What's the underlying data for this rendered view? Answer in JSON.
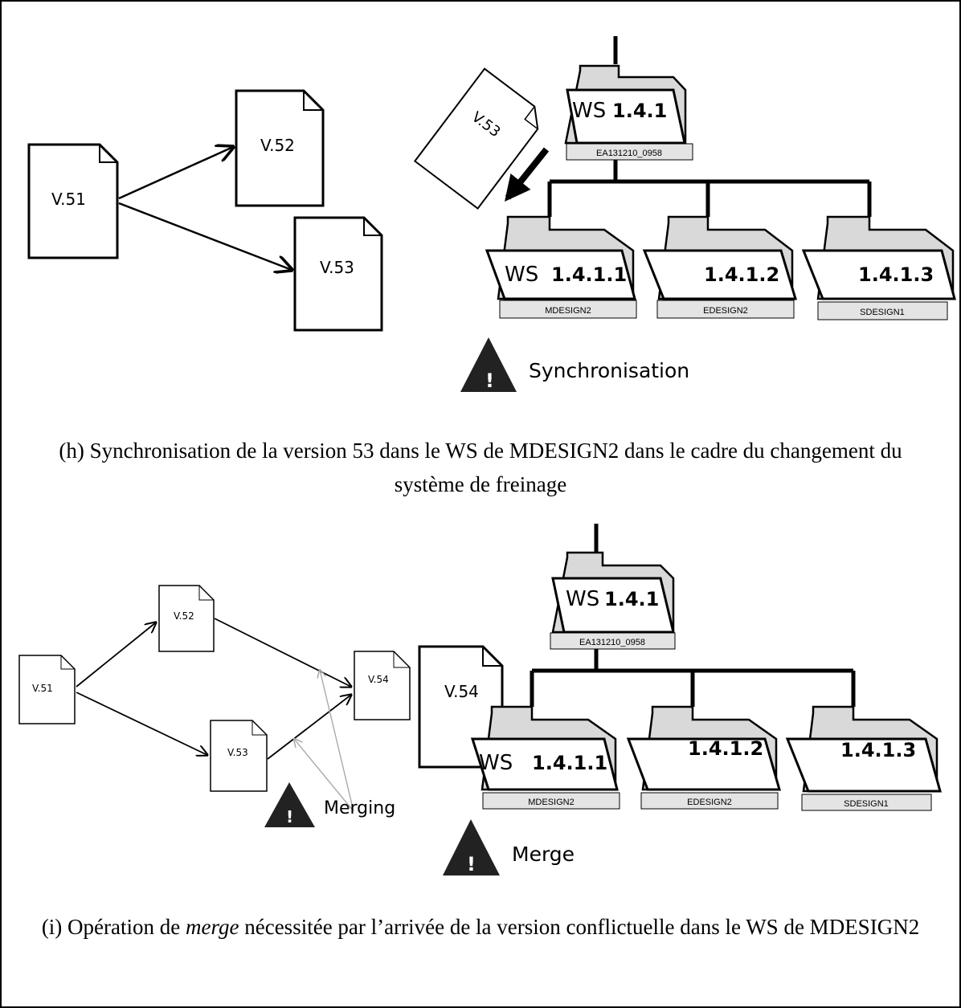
{
  "panel_h": {
    "docs": {
      "v51": "V.51",
      "v52": "V.52",
      "v53": "V.53",
      "v53_moving": "V.53"
    },
    "tree": {
      "root": {
        "ws": "WS",
        "id": "1.4.1",
        "tab": "EA131210_0958"
      },
      "children": [
        {
          "ws": "WS",
          "id": "1.4.1.1",
          "tab": "MDESIGN2"
        },
        {
          "ws": "",
          "id": "1.4.1.2",
          "tab": "EDESIGN2"
        },
        {
          "ws": "",
          "id": "1.4.1.3",
          "tab": "SDESIGN1"
        }
      ]
    },
    "warning": "Synchronisation",
    "caption": "(h) Synchronisation de la version 53 dans le WS de MDESIGN2 dans le cadre du changement du système de freinage"
  },
  "panel_i": {
    "docs": {
      "v51": "V.51",
      "v52": "V.52",
      "v53": "V.53",
      "v54": "V.54",
      "v54_big": "V.54"
    },
    "merging_label": "Merging",
    "tree": {
      "root": {
        "ws": "WS",
        "id": "1.4.1",
        "tab": "EA131210_0958"
      },
      "children": [
        {
          "ws": "WS",
          "id": "1.4.1.1",
          "tab": "MDESIGN2"
        },
        {
          "ws": "",
          "id": "1.4.1.2",
          "tab": "EDESIGN2"
        },
        {
          "ws": "",
          "id": "1.4.1.3",
          "tab": "SDESIGN1"
        }
      ]
    },
    "warning": "Merge",
    "caption_pre": "(i) Opération de ",
    "caption_em": "merge",
    "caption_post": " nécessitée par l’arrivée de la version conflictuelle dans le WS de MDESIGN2"
  }
}
